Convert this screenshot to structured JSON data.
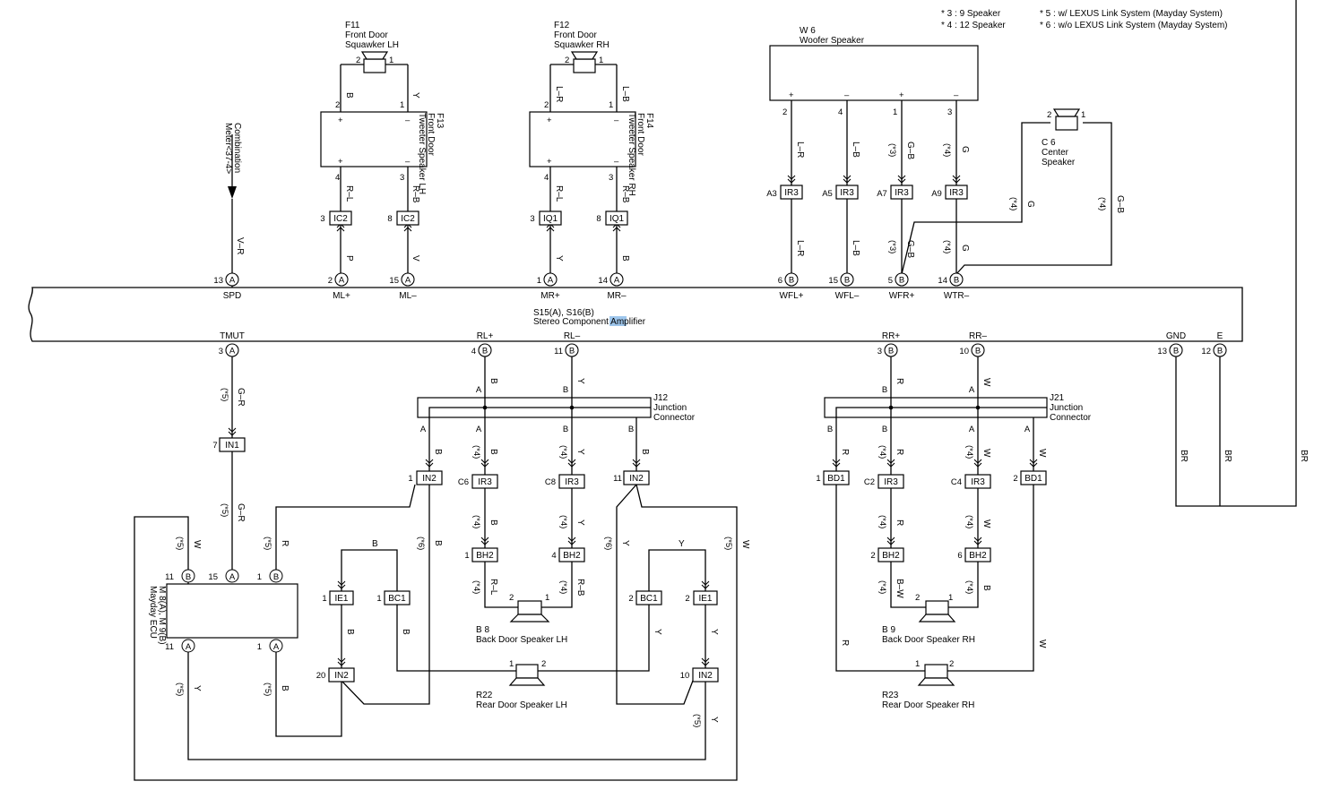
{
  "notes": [
    "* 3 : 9 Speaker",
    "* 4 : 12 Speaker",
    "* 5 : w/ LEXUS Link System (Mayday System)",
    "* 6 : w/o LEXUS Link System (Mayday System)"
  ],
  "amplifier": {
    "id": "S15(A), S16(B)",
    "name_before": "Stereo Component ",
    "name_highlight": "Amp",
    "name_mid": "li",
    "name_after": "fier",
    "top_terminals": [
      {
        "pin": "13",
        "conn": "A",
        "label": "SPD"
      },
      {
        "pin": "2",
        "conn": "A",
        "label": "ML+"
      },
      {
        "pin": "15",
        "conn": "A",
        "label": "ML–"
      },
      {
        "pin": "1",
        "conn": "A",
        "label": "MR+"
      },
      {
        "pin": "14",
        "conn": "A",
        "label": "MR–"
      },
      {
        "pin": "6",
        "conn": "B",
        "label": "WFL+"
      },
      {
        "pin": "15",
        "conn": "B",
        "label": "WFL–"
      },
      {
        "pin": "5",
        "conn": "B",
        "label": "WFR+"
      },
      {
        "pin": "14",
        "conn": "B",
        "label": "WTR–"
      }
    ],
    "bottom_terminals": [
      {
        "pin": "3",
        "conn": "A",
        "label": "TMUT"
      },
      {
        "pin": "4",
        "conn": "B",
        "label": "RL+"
      },
      {
        "pin": "11",
        "conn": "B",
        "label": "RL–"
      },
      {
        "pin": "3",
        "conn": "B",
        "label": "RR+"
      },
      {
        "pin": "10",
        "conn": "B",
        "label": "RR–"
      },
      {
        "pin": "13",
        "conn": "B",
        "label": "GND"
      },
      {
        "pin": "12",
        "conn": "B",
        "label": "E"
      }
    ]
  },
  "speakers": {
    "f11": {
      "id": "F11",
      "name1": "Front Door",
      "name2": "Squawker LH"
    },
    "f12": {
      "id": "F12",
      "name1": "Front Door",
      "name2": "Squawker RH"
    },
    "f13": {
      "id": "F13",
      "name1": "Front Door",
      "name2": "Tweeter Speaker LH"
    },
    "f14": {
      "id": "F14",
      "name1": "Front Door",
      "name2": "Tweeter Speaker RH"
    },
    "w6": {
      "id": "W 6",
      "name": "Woofer Speaker"
    },
    "c6": {
      "id": "C 6",
      "name1": "Center",
      "name2": "Speaker"
    },
    "b8": {
      "id": "B 8",
      "name": "Back Door Speaker LH"
    },
    "b9": {
      "id": "B 9",
      "name": "Back Door Speaker RH"
    },
    "r22": {
      "id": "R22",
      "name": "Rear Door Speaker LH"
    },
    "r23": {
      "id": "R23",
      "name": "Rear Door Speaker RH"
    }
  },
  "junctions": {
    "j12": {
      "id": "J12",
      "name1": "Junction",
      "name2": "Connector"
    },
    "j21": {
      "id": "J21",
      "name1": "Junction",
      "name2": "Connector"
    }
  },
  "ecu": {
    "id": "M 8(A), M 9(B)",
    "name": "Mayday ECU"
  },
  "combination_meter": {
    "line1": "Combination",
    "line2": "Meter<37-4>"
  },
  "connectors": [
    {
      "pin": "3",
      "name": "IC2"
    },
    {
      "pin": "8",
      "name": "IC2"
    },
    {
      "pin": "3",
      "name": "IQ1"
    },
    {
      "pin": "8",
      "name": "IQ1"
    },
    {
      "pin": "A3",
      "name": "IR3"
    },
    {
      "pin": "A5",
      "name": "IR3"
    },
    {
      "pin": "A7",
      "name": "IR3"
    },
    {
      "pin": "A9",
      "name": "IR3"
    },
    {
      "pin": "7",
      "name": "IN1"
    },
    {
      "pin": "1",
      "name": "IN2"
    },
    {
      "pin": "11",
      "name": "IN2"
    },
    {
      "pin": "C6",
      "name": "IR3"
    },
    {
      "pin": "C8",
      "name": "IR3"
    },
    {
      "pin": "1",
      "name": "BH2"
    },
    {
      "pin": "4",
      "name": "BH2"
    },
    {
      "pin": "1",
      "name": "IE1"
    },
    {
      "pin": "1",
      "name": "BC1"
    },
    {
      "pin": "2",
      "name": "BC1"
    },
    {
      "pin": "2",
      "name": "IE1"
    },
    {
      "pin": "20",
      "name": "IN2"
    },
    {
      "pin": "10",
      "name": "IN2"
    },
    {
      "pin": "1",
      "name": "BD1"
    },
    {
      "pin": "2",
      "name": "BD1"
    },
    {
      "pin": "C2",
      "name": "IR3"
    },
    {
      "pin": "C4",
      "name": "IR3"
    },
    {
      "pin": "2",
      "name": "BH2"
    },
    {
      "pin": "6",
      "name": "BH2"
    }
  ],
  "wires": {
    "vr": "V–R",
    "p": "P",
    "v": "V",
    "y": "Y",
    "b": "B",
    "rl": "R–L",
    "rb": "R–B",
    "lr": "L–R",
    "lb": "L–B",
    "gb": "G–B",
    "g": "G",
    "gr": "G–R",
    "r": "R",
    "w": "W",
    "bw": "B–W",
    "br": "BR"
  },
  "marks": {
    "s3": "(*3)",
    "s4": "(*4)",
    "s5": "(*5)",
    "s6": "(*6)"
  }
}
